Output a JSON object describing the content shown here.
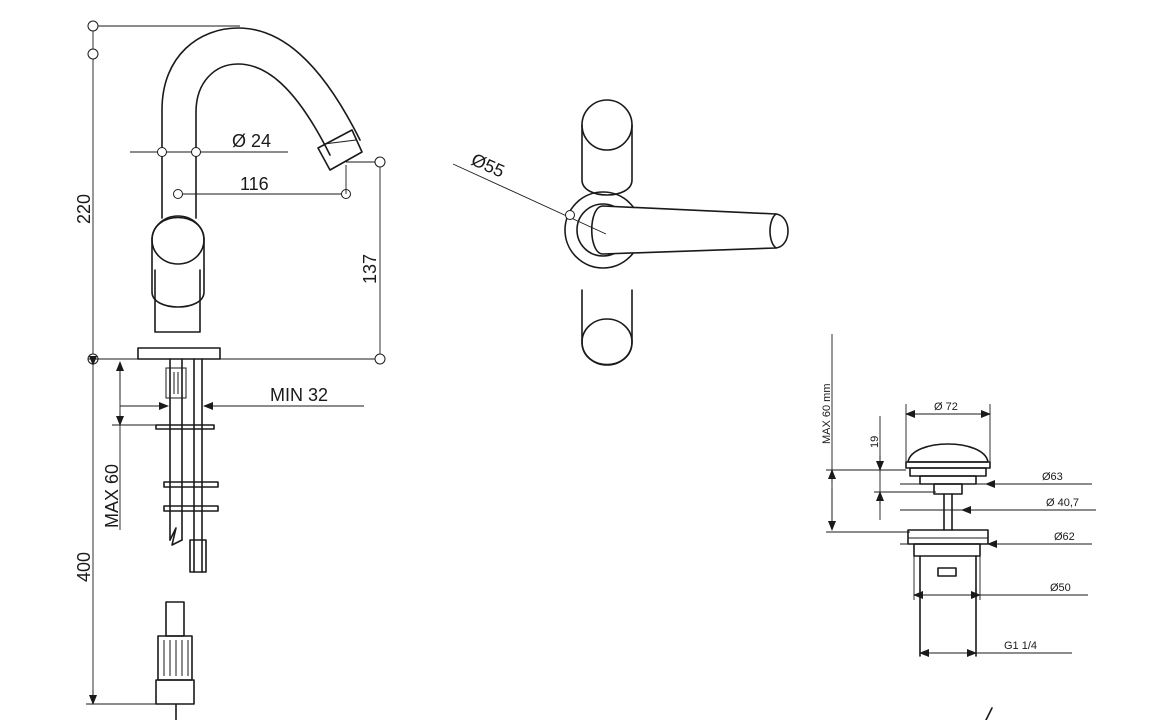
{
  "side_view": {
    "height_total": "220",
    "pipe_diameter": "Ø 24",
    "reach": "116",
    "spout_height": "137",
    "deck_min": "MIN 32",
    "deck_max": "MAX 60",
    "hose_length": "400"
  },
  "top_view": {
    "body_diameter": "Ø55"
  },
  "waste_view": {
    "max_height": "MAX 60 mm",
    "cap_diameter": "Ø 72",
    "cap_height": "19",
    "flange_diameter": "Ø63",
    "stem_diameter": "Ø 40,7",
    "nut_diameter": "Ø62",
    "body_diameter": "Ø50",
    "thread": "G1 1/4"
  }
}
